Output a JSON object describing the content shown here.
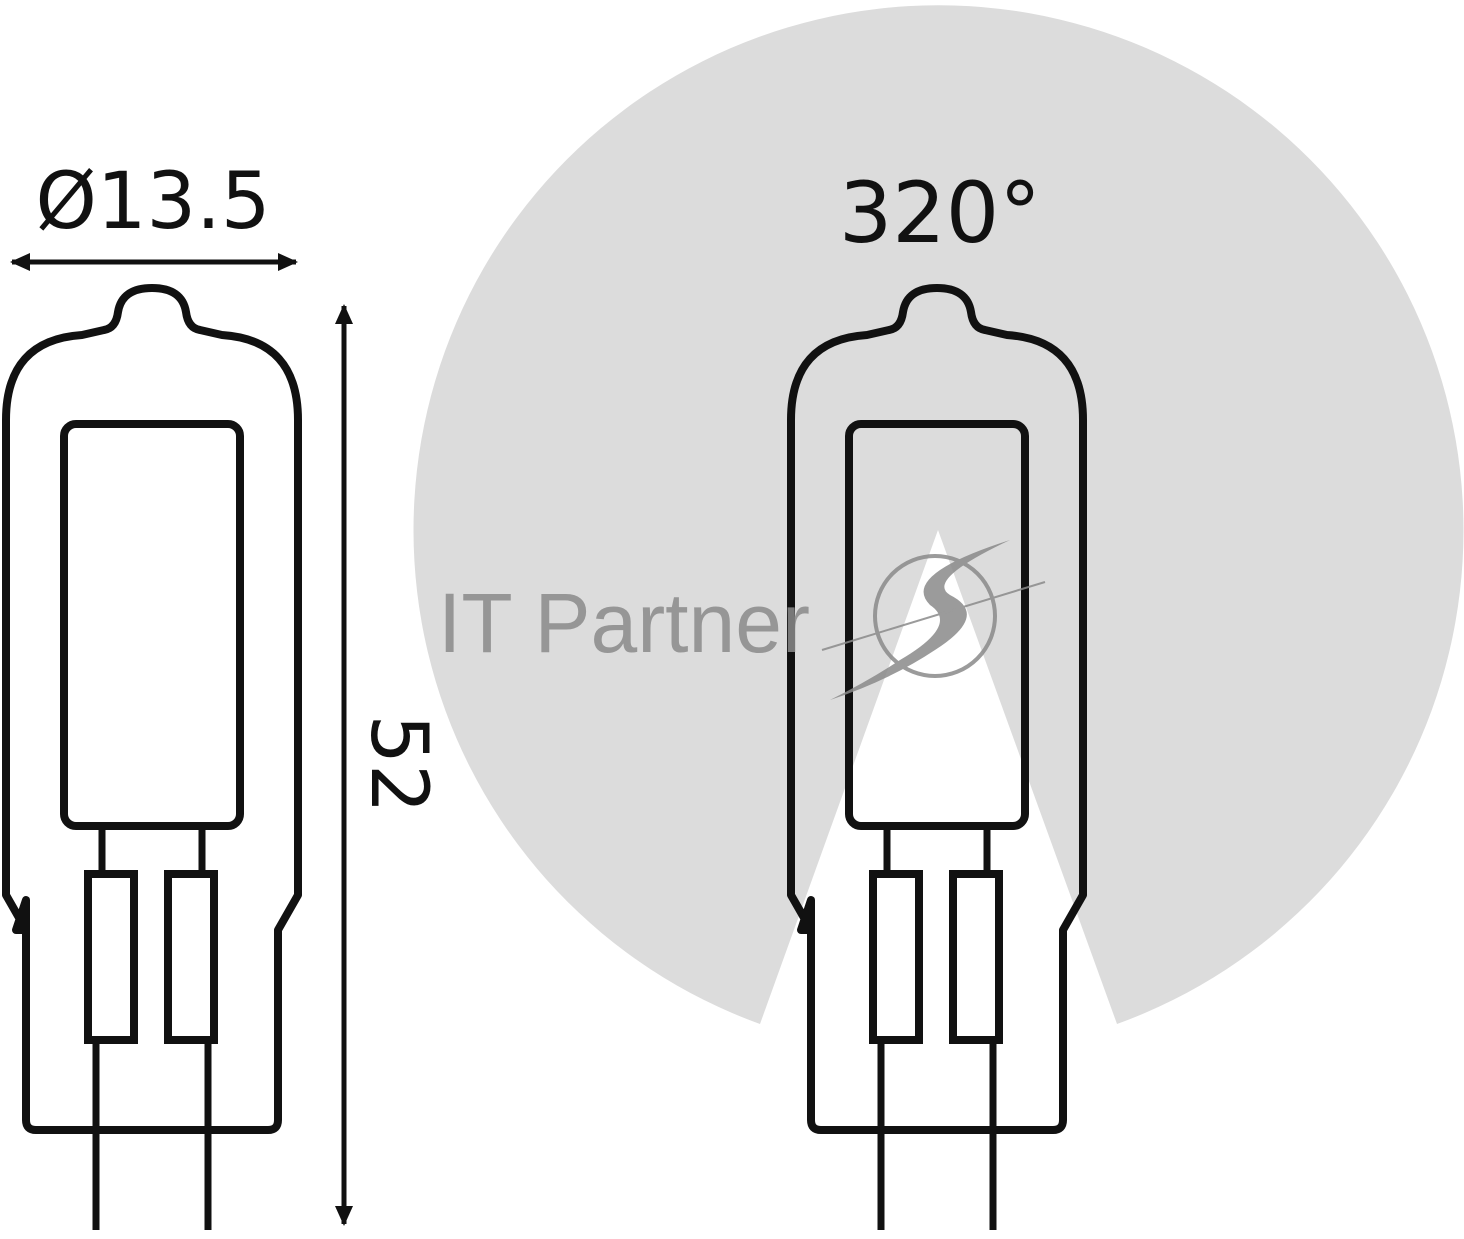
{
  "dimensions": {
    "diameter_label": "Ø13.5",
    "length_label": "52"
  },
  "beam_angle": {
    "label": "320°",
    "degrees": 320
  },
  "watermark": {
    "text": "IT Partner",
    "logo_icon": "swoosh-s-logo-icon"
  },
  "colors": {
    "outline": "#111111",
    "beam_fill": "#dcdcdc",
    "watermark": "#8a8a8a"
  }
}
